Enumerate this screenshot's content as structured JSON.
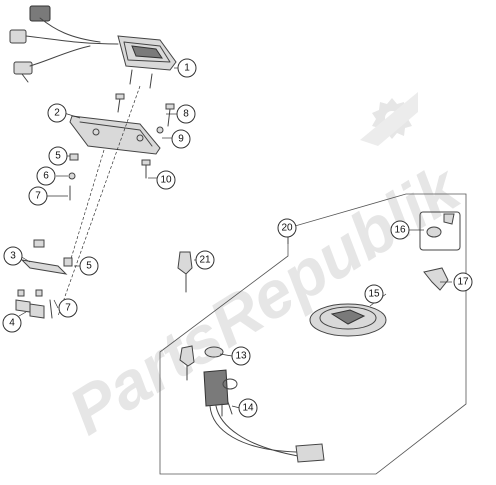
{
  "watermark": {
    "text": "PartsRepublik",
    "logo_icon": "gear-icon"
  },
  "callouts": [
    {
      "id": "1",
      "label": "1"
    },
    {
      "id": "2",
      "label": "2"
    },
    {
      "id": "3",
      "label": "3"
    },
    {
      "id": "4",
      "label": "4"
    },
    {
      "id": "5a",
      "label": "5"
    },
    {
      "id": "5b",
      "label": "5"
    },
    {
      "id": "6",
      "label": "6"
    },
    {
      "id": "7a",
      "label": "7"
    },
    {
      "id": "7b",
      "label": "7"
    },
    {
      "id": "8",
      "label": "8"
    },
    {
      "id": "9",
      "label": "9"
    },
    {
      "id": "10",
      "label": "10"
    },
    {
      "id": "13",
      "label": "13"
    },
    {
      "id": "14",
      "label": "14"
    },
    {
      "id": "15",
      "label": "15"
    },
    {
      "id": "16",
      "label": "16"
    },
    {
      "id": "17",
      "label": "17"
    },
    {
      "id": "20",
      "label": "20"
    },
    {
      "id": "21",
      "label": "21"
    }
  ]
}
